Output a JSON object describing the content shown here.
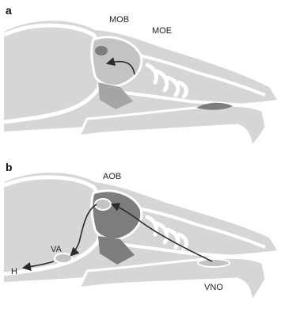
{
  "panels": [
    {
      "letter": "a",
      "labels": {
        "mob": "MOB",
        "moe": "MOE"
      }
    },
    {
      "letter": "b",
      "labels": {
        "aob": "AOB",
        "va": "VA",
        "h": "H",
        "vno": "VNO"
      }
    }
  ],
  "colors": {
    "skull": "#d6d6d6",
    "outline": "#ffffff",
    "bulb": "#c3c3c3",
    "dark_tissue": "#7d7d7d",
    "medium_tissue": "#a5a5a5",
    "arrow": "#2b2b2b"
  }
}
